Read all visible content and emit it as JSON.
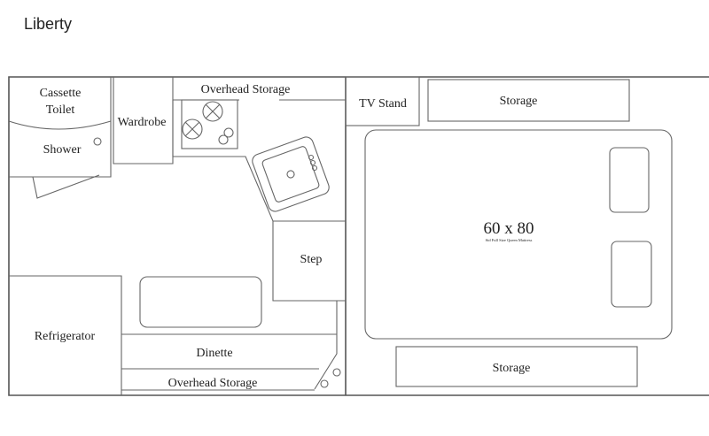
{
  "title": "Liberty",
  "labels": {
    "cassette_toilet_1": "Cassette",
    "cassette_toilet_2": "Toilet",
    "shower": "Shower",
    "wardrobe": "Wardrobe",
    "overhead_storage_top": "Overhead Storage",
    "tv_stand": "TV Stand",
    "storage_top": "Storage",
    "bed_size": "60 x 80",
    "bed_note": "Std Full Size Queen Mattress",
    "step": "Step",
    "refrigerator": "Refrigerator",
    "dinette": "Dinette",
    "overhead_storage_bottom": "Overhead Storage",
    "storage_bottom": "Storage"
  }
}
